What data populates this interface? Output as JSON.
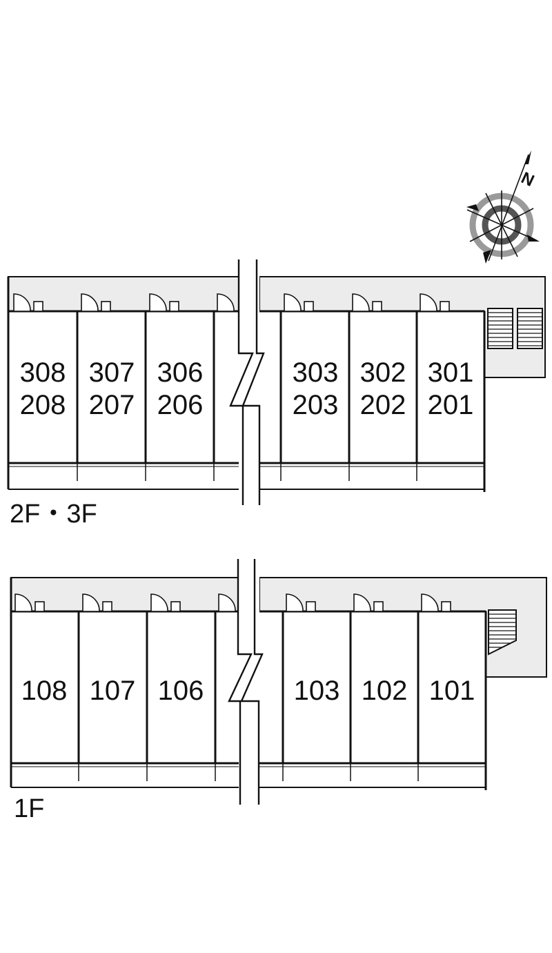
{
  "colors": {
    "corridor_fill": "#ececec",
    "wall": "#111111",
    "compass_ring": "#9a9a9a"
  },
  "compass": {
    "north_label": "N",
    "icon": "compass-rose-icon"
  },
  "upper_floors": {
    "label": "2F・3F",
    "units_left": [
      {
        "upper": "308",
        "lower": "208"
      },
      {
        "upper": "307",
        "lower": "207"
      },
      {
        "upper": "306",
        "lower": "206"
      }
    ],
    "units_right": [
      {
        "upper": "303",
        "lower": "203"
      },
      {
        "upper": "302",
        "lower": "202"
      },
      {
        "upper": "301",
        "lower": "201"
      }
    ]
  },
  "ground_floor": {
    "label": "1F",
    "units_left": [
      {
        "number": "108"
      },
      {
        "number": "107"
      },
      {
        "number": "106"
      }
    ],
    "units_right": [
      {
        "number": "103"
      },
      {
        "number": "102"
      },
      {
        "number": "101"
      }
    ]
  }
}
